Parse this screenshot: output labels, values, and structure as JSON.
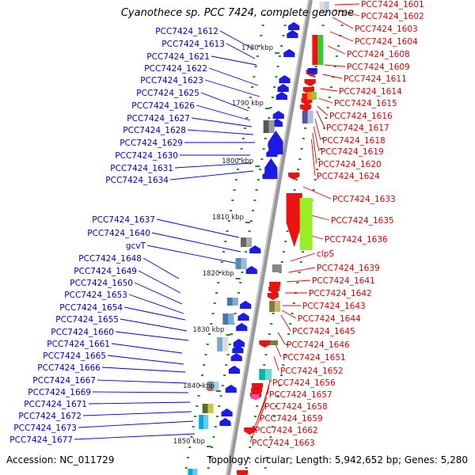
{
  "title": "Cyanothece sp. PCC 7424, complete genome",
  "accession_text": "Accession: NC_011729",
  "stats_text": "Topology: circular; Length: 5,942,652 bp; Genes: 5,280",
  "colors": {
    "left_label": "#0000cc",
    "right_label": "#dd0000",
    "backbone": "#999999",
    "forward_feature": "#1b1be8",
    "reverse_feature": "#ee1111",
    "tick": "#2a8a2a"
  },
  "kbp_marks": [
    "1780 kbp",
    "1790 kbp",
    "1800 kbp",
    "1810 kbp",
    "1820 kbp",
    "1830 kbp",
    "1840 kbp",
    "1850 kbp"
  ],
  "left_labels": [
    "PCC7424_1612",
    "PCC7424_1613",
    "PCC7424_1621",
    "PCC7424_1622",
    "PCC7424_1623",
    "PCC7424_1625",
    "PCC7424_1626",
    "PCC7424_1627",
    "PCC7424_1628",
    "PCC7424_1629",
    "PCC7424_1630",
    "PCC7424_1631",
    "PCC7424_1634",
    "PCC7424_1637",
    "PCC7424_1640",
    "gcvT",
    "PCC7424_1648",
    "PCC7424_1649",
    "PCC7424_1650",
    "PCC7424_1653",
    "PCC7424_1654",
    "PCC7424_1655",
    "PCC7424_1660",
    "PCC7424_1661",
    "PCC7424_1665",
    "PCC7424_1666",
    "PCC7424_1667",
    "PCC7424_1669",
    "PCC7424_1671",
    "PCC7424_1672",
    "PCC7424_1673",
    "PCC7424_1677"
  ],
  "right_labels": [
    "PCC7424_1601",
    "PCC7424_1602",
    "PCC7424_1603",
    "PCC7424_1604",
    "PCC7424_1608",
    "PCC7424_1609",
    "PCC7424_1611",
    "PCC7424_1614",
    "PCC7424_1615",
    "PCC7424_1616",
    "PCC7424_1617",
    "PCC7424_1618",
    "PCC7424_1619",
    "PCC7424_1620",
    "PCC7424_1624",
    "PCC7424_1633",
    "PCC7424_1635",
    "PCC7424_1636",
    "clpS",
    "PCC7424_1639",
    "PCC7424_1641",
    "PCC7424_1642",
    "PCC7424_1643",
    "PCC7424_1644",
    "PCC7424_1645",
    "PCC7424_1646",
    "PCC7424_1651",
    "PCC7424_1652",
    "PCC7424_1656",
    "PCC7424_1657",
    "PCC7424_1658",
    "PCC7424_1659",
    "PCC7424_1662",
    "PCC7424_1663"
  ]
}
